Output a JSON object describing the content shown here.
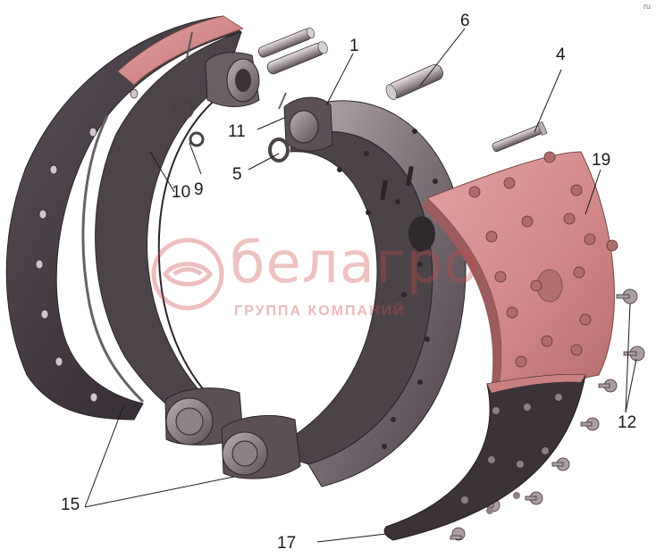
{
  "callouts": {
    "c1": "1",
    "c4": "4",
    "c5": "5",
    "c6": "6",
    "c9": "9",
    "c10": "10",
    "c11": "11",
    "c12": "12",
    "c15": "15",
    "c17": "17",
    "c19": "19"
  },
  "watermark": {
    "brand": "белагро",
    "subtitle": "ГРУППА КОМПАНИЙ"
  },
  "corner_mark": "ru",
  "colors": {
    "shoe_dark": "#4a4148",
    "shoe_mid": "#6d6168",
    "shoe_light": "#a39aa0",
    "lining_red": "#d08a8a",
    "lining_dark": "#3a3136",
    "bushing": "#8b7e84",
    "watermark": "#cc4444"
  }
}
